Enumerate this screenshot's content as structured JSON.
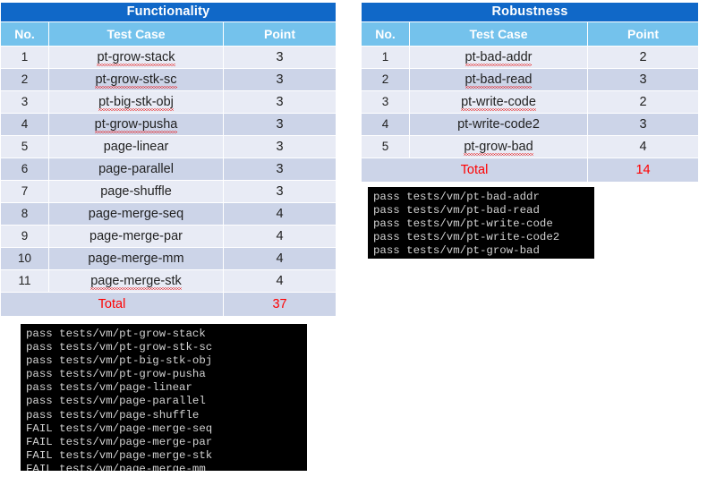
{
  "tables": [
    {
      "id": "functionality",
      "title": "Functionality",
      "columns": [
        "No.",
        "Test Case",
        "Point"
      ],
      "rows": [
        {
          "no": "1",
          "test_case": "pt-grow-stack",
          "point": "3",
          "misspelled": true
        },
        {
          "no": "2",
          "test_case": "pt-grow-stk-sc",
          "point": "3",
          "misspelled": true
        },
        {
          "no": "3",
          "test_case": "pt-big-stk-obj",
          "point": "3",
          "misspelled": true
        },
        {
          "no": "4",
          "test_case": "pt-grow-pusha",
          "point": "3",
          "misspelled": true
        },
        {
          "no": "5",
          "test_case": "page-linear",
          "point": "3",
          "misspelled": false
        },
        {
          "no": "6",
          "test_case": "page-parallel",
          "point": "3",
          "misspelled": false
        },
        {
          "no": "7",
          "test_case": "page-shuffle",
          "point": "3",
          "misspelled": false
        },
        {
          "no": "8",
          "test_case": "page-merge-seq",
          "point": "4",
          "misspelled": false
        },
        {
          "no": "9",
          "test_case": "page-merge-par",
          "point": "4",
          "misspelled": false
        },
        {
          "no": "10",
          "test_case": "page-merge-mm",
          "point": "4",
          "misspelled": false
        },
        {
          "no": "11",
          "test_case": "page-merge-stk",
          "point": "4",
          "misspelled": true
        }
      ],
      "total_label": "Total",
      "total_value": "37"
    },
    {
      "id": "robustness",
      "title": "Robustness",
      "columns": [
        "No.",
        "Test Case",
        "Point"
      ],
      "rows": [
        {
          "no": "1",
          "test_case": "pt-bad-addr",
          "point": "2",
          "misspelled": true
        },
        {
          "no": "2",
          "test_case": "pt-bad-read",
          "point": "3",
          "misspelled": true
        },
        {
          "no": "3",
          "test_case": "pt-write-code",
          "point": "2",
          "misspelled": true
        },
        {
          "no": "4",
          "test_case": "pt-write-code2",
          "point": "3",
          "misspelled": false
        },
        {
          "no": "5",
          "test_case": "pt-grow-bad",
          "point": "4",
          "misspelled": true
        }
      ],
      "total_label": "Total",
      "total_value": "14"
    }
  ],
  "terminals": [
    {
      "id": "functionality-output",
      "lines": [
        "pass tests/vm/pt-grow-stack",
        "pass tests/vm/pt-grow-stk-sc",
        "pass tests/vm/pt-big-stk-obj",
        "pass tests/vm/pt-grow-pusha",
        "pass tests/vm/page-linear",
        "pass tests/vm/page-parallel",
        "pass tests/vm/page-shuffle",
        "FAIL tests/vm/page-merge-seq",
        "FAIL tests/vm/page-merge-par",
        "FAIL tests/vm/page-merge-stk",
        "FAIL tests/vm/page-merge-mm"
      ]
    },
    {
      "id": "robustness-output",
      "lines": [
        "pass tests/vm/pt-bad-addr",
        "pass tests/vm/pt-bad-read",
        "pass tests/vm/pt-write-code",
        "pass tests/vm/pt-write-code2",
        "pass tests/vm/pt-grow-bad"
      ]
    }
  ],
  "colors": {
    "title_bg": "#1068c8",
    "header_bg": "#74c2ec",
    "row_light": "#e8ebf5",
    "row_dark": "#ccd4e8",
    "total_text": "#ff0000",
    "terminal_bg": "#000000",
    "terminal_text": "#d2d2d2"
  }
}
